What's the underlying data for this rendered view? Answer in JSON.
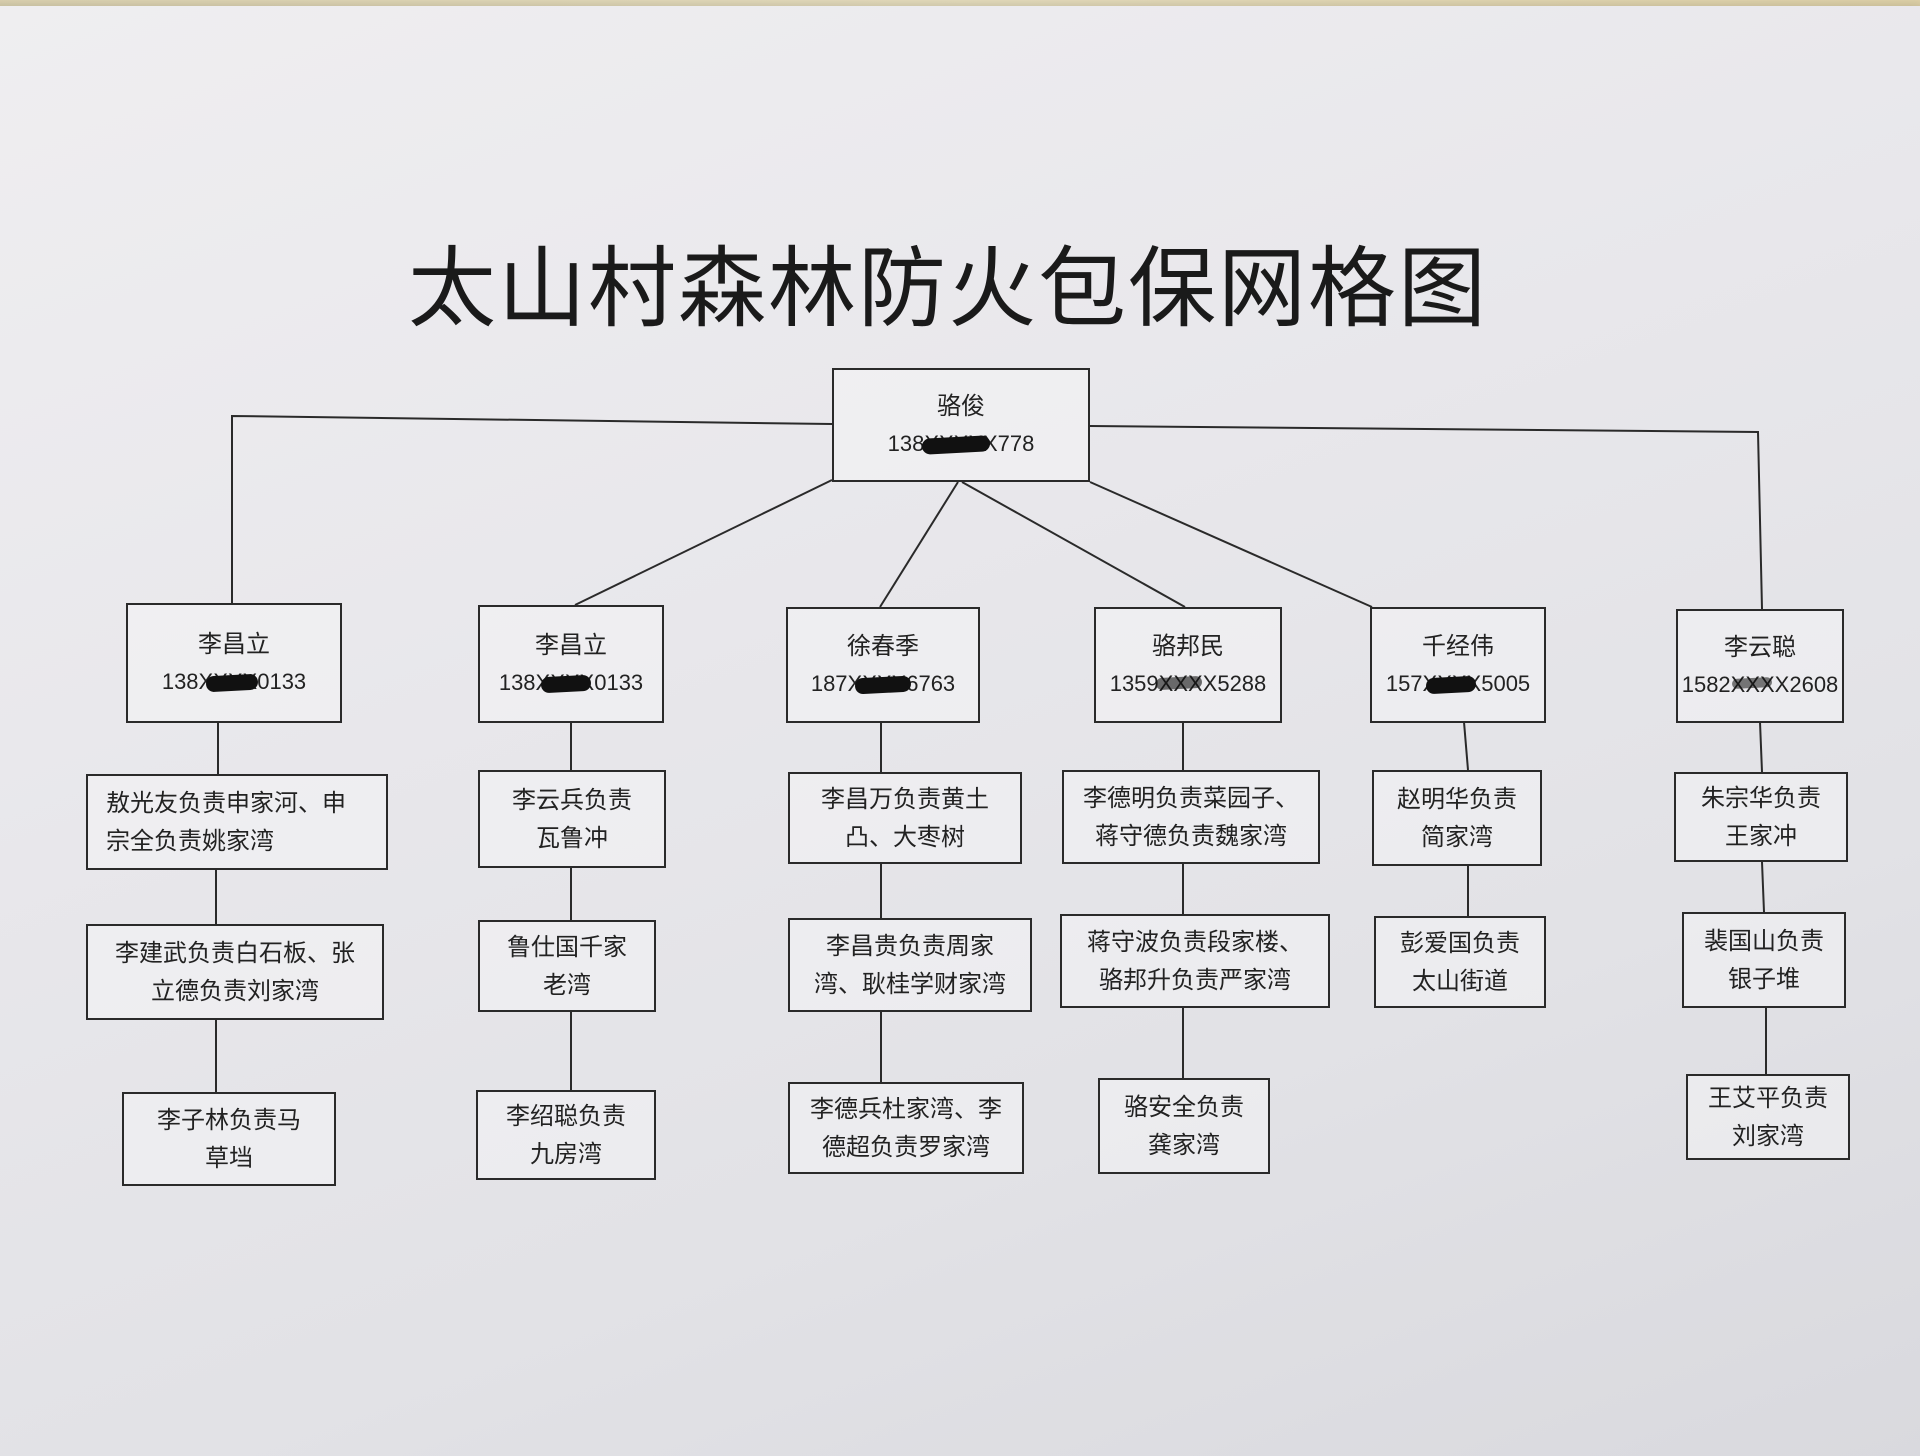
{
  "title": "太山村森林防火包保网格图",
  "root": {
    "name": "骆俊",
    "phone": "138XXXXX778"
  },
  "branches": [
    {
      "name": "李昌立",
      "phone": "138XXXX0133",
      "duties": [
        "敖光友负责申家河、申宗全负责姚家湾",
        "李建武负责白石板、张立德负责刘家湾",
        "李子林负责马草垱"
      ]
    },
    {
      "name": "李昌立",
      "phone": "138XXXX0133",
      "duties": [
        "李云兵负责瓦鲁冲",
        "鲁仕国千家老湾",
        "李绍聪负责九房湾"
      ]
    },
    {
      "name": "徐春季",
      "phone": "187XXXX6763",
      "duties": [
        "李昌万负责黄土凸、大枣树",
        "李昌贵负责周家湾、耿桂学财家湾",
        "李德兵杜家湾、李德超负责罗家湾"
      ]
    },
    {
      "name": "骆邦民",
      "phone": "1359XXXX5288",
      "duties": [
        "李德明负责菜园子、蒋守德负责魏家湾",
        "蒋守波负责段家楼、骆邦升负责严家湾",
        "骆安全负责龚家湾"
      ]
    },
    {
      "name": "千经伟",
      "phone": "157XXXX5005",
      "duties": [
        "赵明华负责简家湾",
        "彭爱国负责太山街道"
      ]
    },
    {
      "name": "李云聪",
      "phone": "1582XXXX2608",
      "duties": [
        "朱宗华负责王家冲",
        "裴国山负责银子堆",
        "王艾平负责刘家湾"
      ]
    }
  ]
}
